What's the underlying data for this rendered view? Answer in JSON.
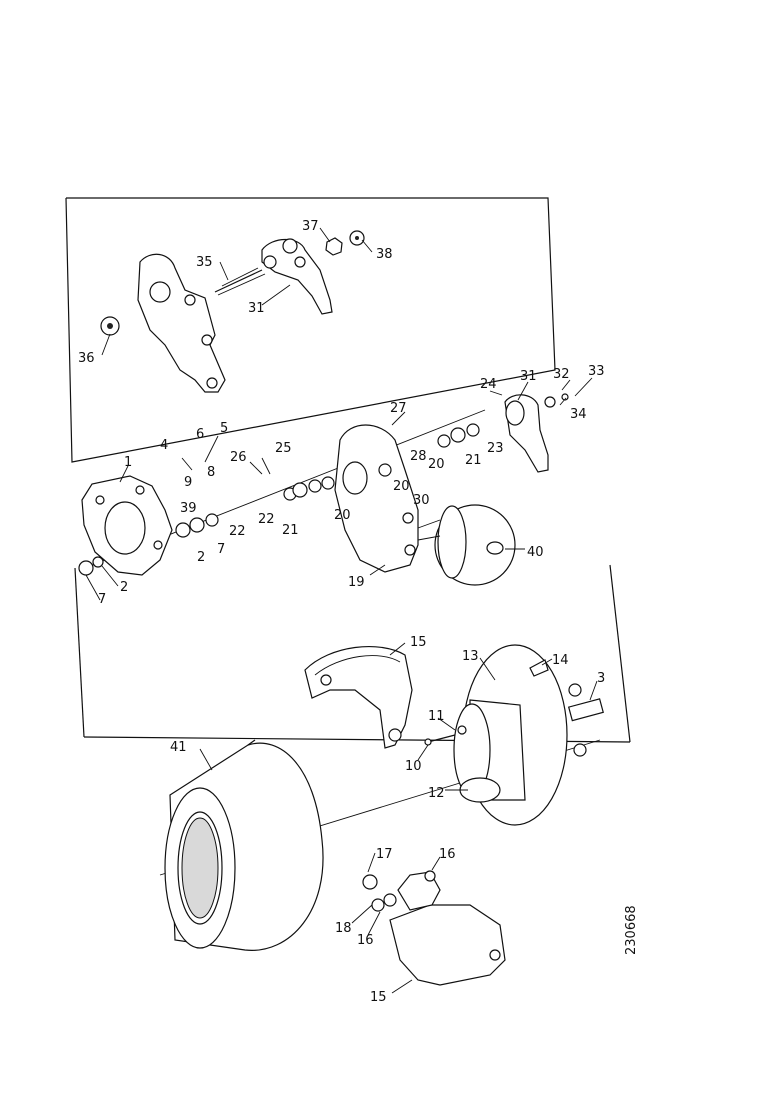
{
  "diagram": {
    "reference_code": "230668",
    "labels": {
      "p1": "1",
      "p2a": "2",
      "p2b": "2",
      "p3": "3",
      "p4": "4",
      "p5": "5",
      "p6": "6",
      "p7a": "7",
      "p7b": "7",
      "p8": "8",
      "p9": "9",
      "p10": "10",
      "p11": "11",
      "p12": "12",
      "p13": "13",
      "p14": "14",
      "p15a": "15",
      "p15b": "15",
      "p16a": "16",
      "p16b": "16",
      "p17": "17",
      "p18": "18",
      "p19": "19",
      "p20a": "20",
      "p20b": "20",
      "p20c": "20",
      "p21a": "21",
      "p21b": "21",
      "p22a": "22",
      "p22b": "22",
      "p23": "23",
      "p24": "24",
      "p25": "25",
      "p26": "26",
      "p27": "27",
      "p28": "28",
      "p30": "30",
      "p31a": "31",
      "p31b": "31",
      "p32": "32",
      "p33": "33",
      "p34": "34",
      "p35": "35",
      "p36": "36",
      "p37": "37",
      "p38": "38",
      "p39": "39",
      "p40": "40",
      "p41": "41"
    }
  }
}
